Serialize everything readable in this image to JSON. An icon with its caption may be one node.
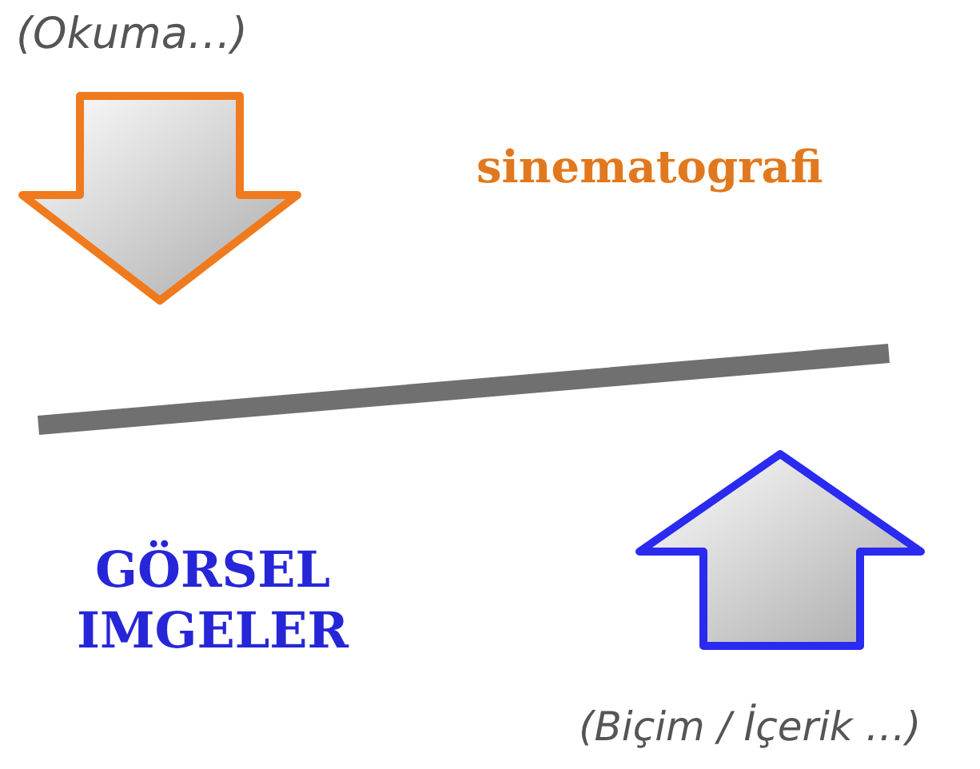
{
  "diagram": {
    "labels": [
      "(Okuma…)",
      "sinematografi",
      "GÖRSEL IMGELER",
      "(Biçim / İçerik …)"
    ]
  }
}
